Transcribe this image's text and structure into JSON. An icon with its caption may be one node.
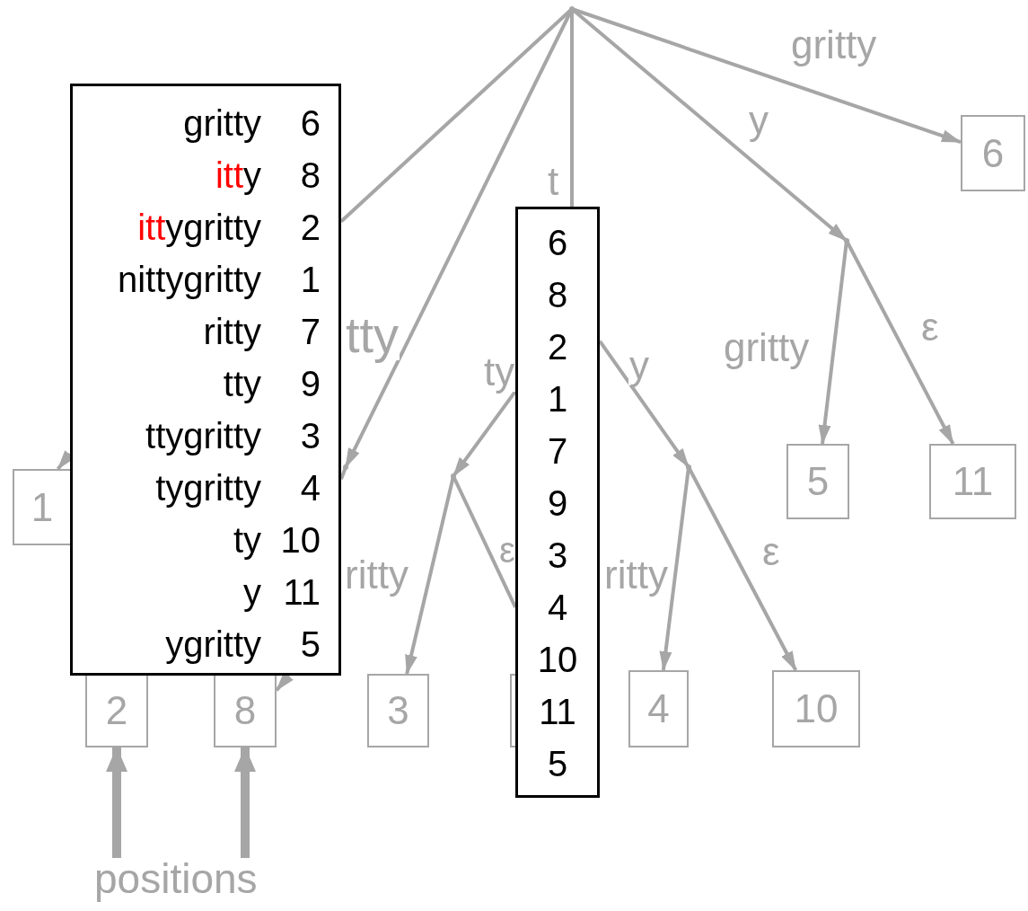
{
  "diagram": {
    "nodes": [
      {
        "text": [],
        "shape": "point"
      },
      {
        "text": [
          "gritty",
          "6",
          "**itt**y",
          "8",
          "**itt**ygritty",
          "2",
          "nittygritty",
          "1",
          "ritty",
          "7",
          "tty",
          "9",
          "ttygritty",
          "3",
          "tygritty",
          "4",
          "ty",
          "10",
          "y",
          "11",
          "ygritty",
          "5"
        ]
      },
      {
        "text": [
          "6"
        ]
      },
      {
        "text": [
          "6",
          "8",
          "2",
          "1",
          "7",
          "9",
          "3",
          "4",
          "10",
          "11",
          "5"
        ]
      },
      {
        "text": [],
        "shape": "point"
      },
      {
        "text": [
          "1"
        ]
      },
      {
        "text": [],
        "shape": "point"
      },
      {
        "text": [],
        "shape": "point"
      },
      {
        "text": [],
        "shape": "point"
      },
      {
        "text": [
          "5"
        ]
      },
      {
        "text": [
          "11"
        ]
      },
      {
        "text": [
          "2"
        ]
      },
      {
        "text": [
          "8"
        ]
      },
      {
        "text": [
          "3"
        ]
      },
      {
        "text": [],
        "shape": "box"
      },
      {
        "text": [
          "4"
        ]
      },
      {
        "text": [
          "10"
        ]
      },
      {
        "text": [
          "positions"
        ]
      }
    ],
    "edges": [
      {
        "from": 0,
        "to": 2,
        "arrow": "to",
        "label": "gritty"
      },
      {
        "from": 0,
        "to": 4,
        "arrow": "to",
        "label": "y"
      },
      {
        "from": 4,
        "to": 9,
        "arrow": "to",
        "label": "gritty"
      },
      {
        "from": 4,
        "to": 10,
        "arrow": "to",
        "label": "ε"
      },
      {
        "from": 0,
        "to": 3,
        "arrow": "none",
        "label": "t"
      },
      {
        "from": 0,
        "to": 6,
        "arrow": "to",
        "label": "tty"
      },
      {
        "from": 0,
        "to": 1,
        "arrow": "none"
      },
      {
        "from": 3,
        "to": 7,
        "arrow": "to",
        "label": "ty"
      },
      {
        "from": 7,
        "to": 13,
        "arrow": "to",
        "label": "ritty"
      },
      {
        "from": 7,
        "to": 3,
        "arrow": "none",
        "label": "ε"
      },
      {
        "from": 3,
        "to": 8,
        "arrow": "to",
        "label": "y"
      },
      {
        "from": 8,
        "to": 15,
        "arrow": "to",
        "label": "ritty"
      },
      {
        "from": 8,
        "to": 16,
        "arrow": "to",
        "label": "ε"
      },
      {
        "from": 1,
        "to": 5,
        "arrow": "to"
      },
      {
        "from": 1,
        "to": 12,
        "arrow": "to"
      },
      {
        "from": 17,
        "to": 11,
        "arrow": "to",
        "style": "thick"
      },
      {
        "from": 17,
        "to": 12,
        "arrow": "to",
        "style": "thick"
      },
      {
        "from": 6,
        "to": 1,
        "arrow": "none"
      }
    ]
  }
}
